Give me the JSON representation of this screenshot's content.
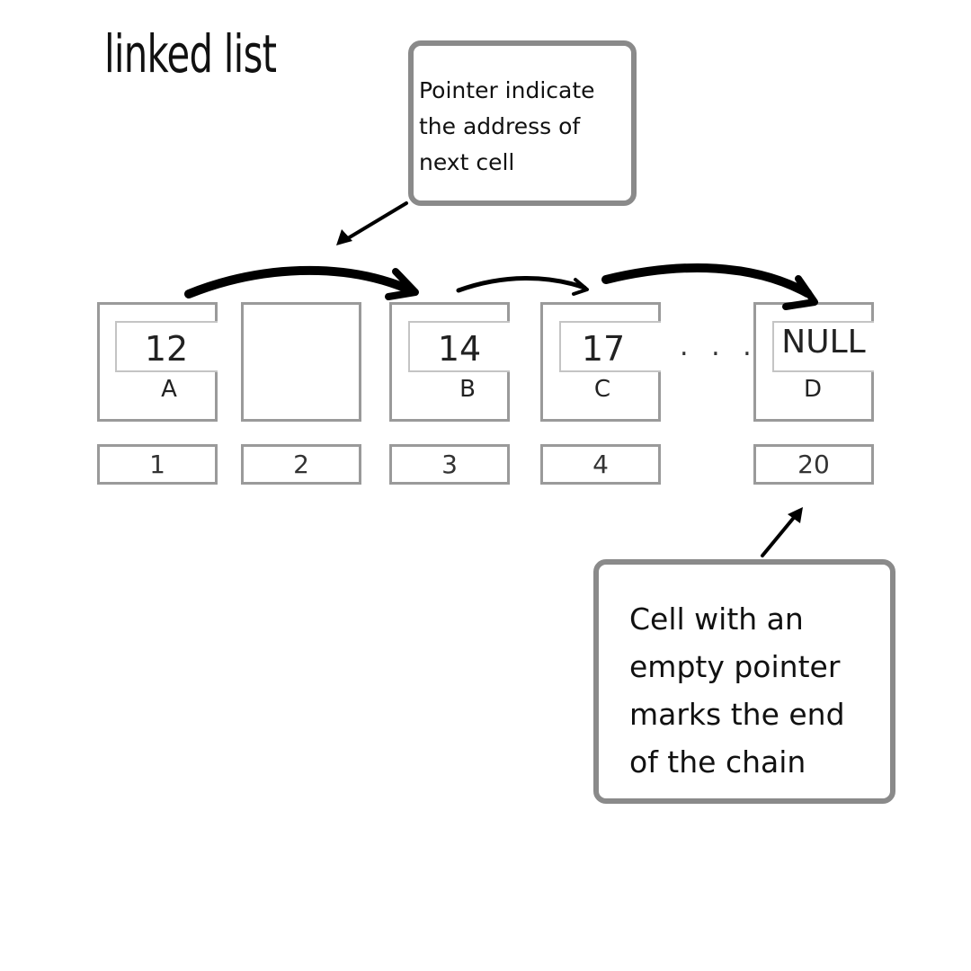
{
  "title": "linked list",
  "callout_top": {
    "text": "Pointer indicate\nthe  address of\nnext cell"
  },
  "callout_bottom": {
    "text": "Cell with an\nempty pointer\nmarks the end\nof the chain"
  },
  "cells": [
    {
      "value": "12",
      "letter": "A",
      "index": "1"
    },
    {
      "value": "",
      "letter": "",
      "index": "2"
    },
    {
      "value": "14",
      "letter": "B",
      "index": "3"
    },
    {
      "value": "17",
      "letter": "C",
      "index": "4"
    },
    {
      "value": "NULL",
      "letter": "D",
      "index": "20"
    }
  ],
  "ellipsis": ". . .",
  "colors": {
    "box_border": "#9a9a9a",
    "callout_border": "#8a8a8a",
    "arrow": "#000000"
  }
}
